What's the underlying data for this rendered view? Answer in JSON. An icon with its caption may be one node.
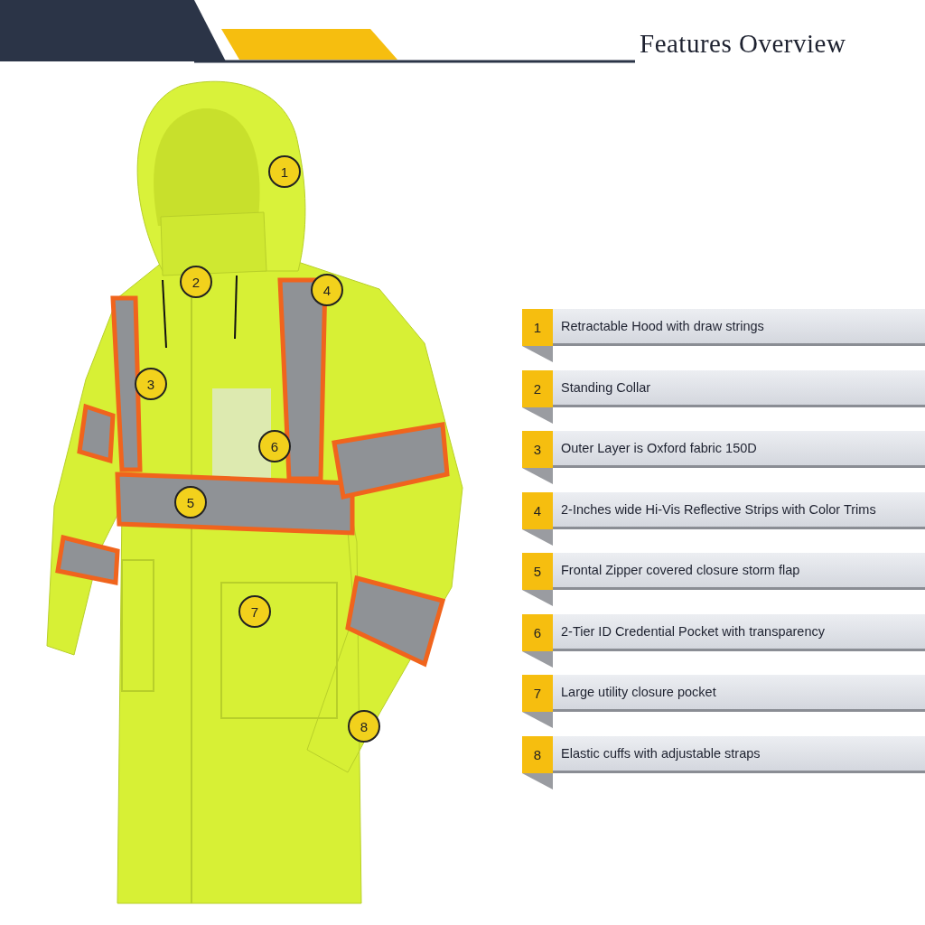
{
  "diagram": {
    "title": "Features Overview",
    "nodes": [
      {
        "text": [
          "1"
        ]
      },
      {
        "text": [
          "2"
        ]
      },
      {
        "text": [
          "3"
        ]
      },
      {
        "text": [
          "4"
        ]
      },
      {
        "text": [
          "5"
        ]
      },
      {
        "text": [
          "6"
        ]
      },
      {
        "text": [
          "7"
        ]
      },
      {
        "text": [
          "8"
        ]
      },
      {
        "text": [
          "1",
          "Retractable Hood with draw strings"
        ]
      },
      {
        "text": [
          "2",
          "Standing Collar"
        ]
      },
      {
        "text": [
          "3",
          "Outer Layer is Oxford fabric 150D"
        ]
      },
      {
        "text": [
          "4",
          "2-Inches wide Hi-Vis Reflective Strips with Color Trims"
        ]
      },
      {
        "text": [
          "5",
          "Frontal Zipper covered closure storm flap"
        ]
      },
      {
        "text": [
          "6",
          "2-Tier ID Credential Pocket with transparency"
        ]
      },
      {
        "text": [
          "7",
          "Large utility closure pocket"
        ]
      },
      {
        "text": [
          "8",
          "Elastic cuffs with adjustable straps"
        ]
      }
    ]
  }
}
